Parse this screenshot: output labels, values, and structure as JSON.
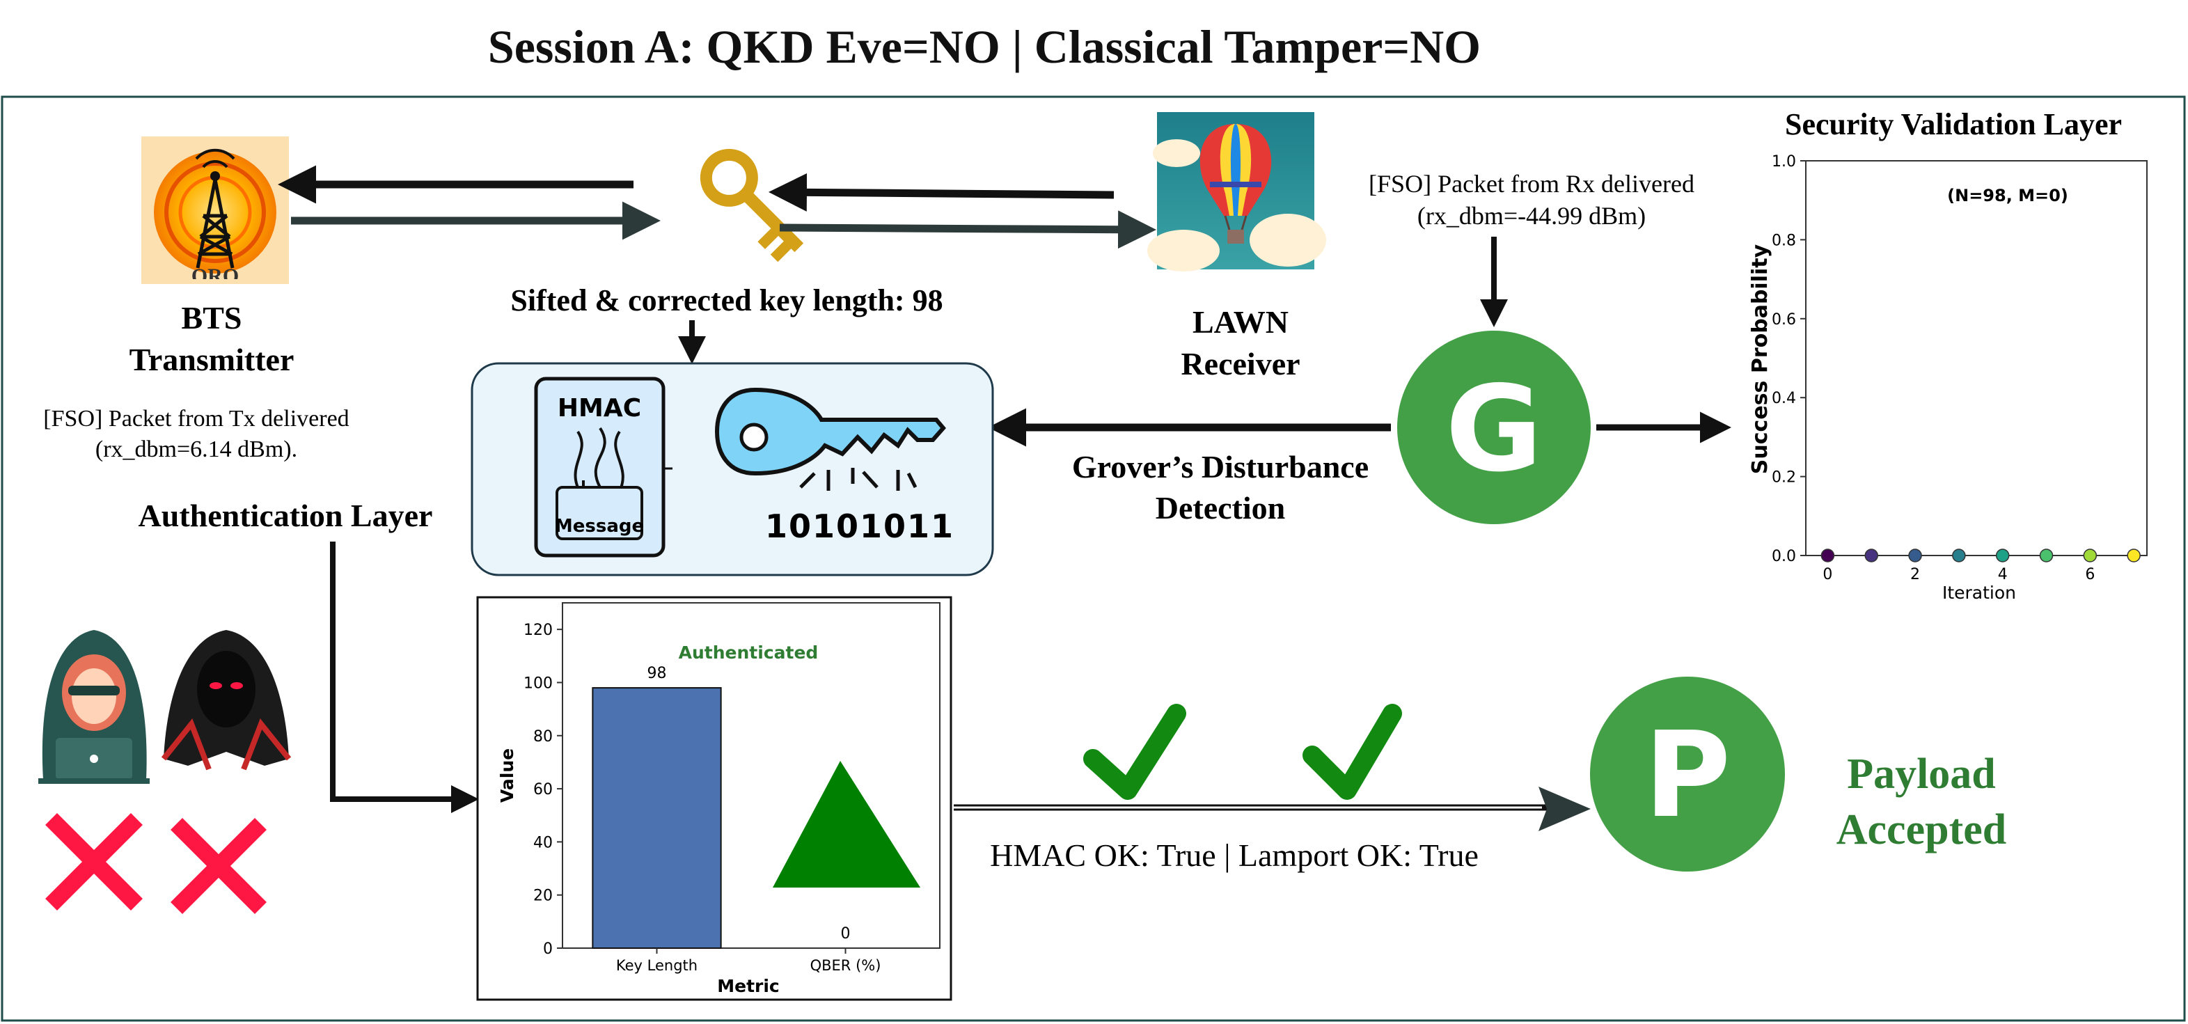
{
  "title": "Session A: QKD Eve=NO | Classical Tamper=NO",
  "bts": {
    "line1": "BTS",
    "line2": "Transmitter",
    "icon_caption": "QRQ"
  },
  "lawn": {
    "line1": "LAWN",
    "line2": "Receiver"
  },
  "key_length_label": "Sifted & corrected key length: 98",
  "fso_tx": {
    "line1": "[FSO] Packet from Tx delivered",
    "line2": "(rx_dbm=6.14 dBm)."
  },
  "fso_rx": {
    "line1": "[FSO] Packet from Rx delivered",
    "line2": "(rx_dbm=-44.99 dBm)"
  },
  "auth_layer_label": "Authentication Layer",
  "grover_label": {
    "line1": "Grover’s Disturbance",
    "line2": "Detection"
  },
  "grover_letter": "G",
  "payload_letter": "P",
  "payload_status": {
    "line1": "Payload",
    "line2": "Accepted"
  },
  "hmac_box": {
    "title": "HMAC",
    "message": "Message",
    "bits": "10101011"
  },
  "verify_text": "HMAC OK: True | Lamport OK: True",
  "security_chart": {
    "title": "Security Validation Layer",
    "annotation": "(N=98, M=0)",
    "xlabel": "Iteration",
    "ylabel": "Success Probability",
    "x_ticks": [
      "0",
      "2",
      "4",
      "6"
    ],
    "y_ticks": [
      "0.0",
      "0.2",
      "0.4",
      "0.6",
      "0.8",
      "1.0"
    ]
  },
  "auth_chart": {
    "title": "Authenticated",
    "xlabel": "Metric",
    "ylabel": "Value",
    "y_ticks": [
      "0",
      "20",
      "40",
      "60",
      "80",
      "100",
      "120"
    ]
  },
  "colors": {
    "green": "#43a047",
    "dark_green": "#2e7d32",
    "bar_blue": "#4c72b0",
    "triangle_green": "#008000",
    "cross_red": "#ff1744",
    "border": "#1f4e4a"
  },
  "icons": [
    "cell-tower-icon",
    "golden-key-icon",
    "hot-air-balloon-icon",
    "hmac-document-icon",
    "blue-key-icon",
    "hacker-icon",
    "hooded-attacker-icon",
    "red-cross-icon",
    "green-checkmark-icon"
  ],
  "chart_data": [
    {
      "type": "scatter",
      "title": "",
      "annotation": "(N=98, M=0)",
      "xlabel": "Iteration",
      "ylabel": "Success Probability",
      "xlim": [
        -0.5,
        7.3
      ],
      "ylim": [
        0,
        1.0
      ],
      "x": [
        0,
        1,
        2,
        3,
        4,
        5,
        6,
        7
      ],
      "y": [
        0,
        0,
        0,
        0,
        0,
        0,
        0,
        0
      ],
      "point_colors": [
        "#440154",
        "#46327e",
        "#365c8d",
        "#277f8e",
        "#1fa187",
        "#4ac16d",
        "#a0da39",
        "#fde725"
      ]
    },
    {
      "type": "bar",
      "title": "Authenticated",
      "xlabel": "Metric",
      "ylabel": "Value",
      "categories": [
        "Key Length",
        "QBER (%)"
      ],
      "values": [
        98,
        0
      ],
      "ylim": [
        0,
        130
      ]
    }
  ]
}
